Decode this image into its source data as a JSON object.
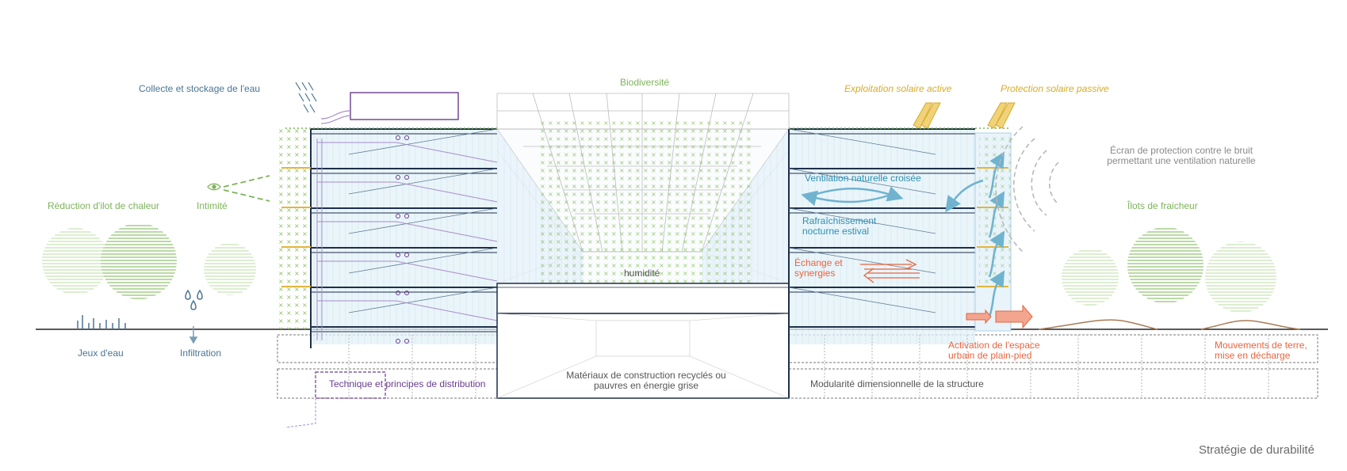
{
  "title": "Stratégie de durabilité",
  "labels": {
    "collecte": "Collecte et stockage de l'eau",
    "biodiversite": "Biodiversité",
    "solaire_active": "Exploitation solaire active",
    "solaire_passive": "Protection solaire passive",
    "bruit": "Écran de protection contre le bruit\npermettant une ventilation naturelle",
    "reduction_ilot": "Réduction d'ilot de chaleur",
    "intimite": "Intimité",
    "ilots_fraicheur": "Îlots de fraicheur",
    "ventilation": "Ventilation naturelle croisée",
    "rafraichissement": "Rafraîchissement\nnocturne estival",
    "echange": "Échange et\nsynergies",
    "humidite": "humidité",
    "jeux_eau": "Jeux d'eau",
    "infiltration": "Infiltration",
    "activation": "Activation de l'espace\nurbain de plain-pied",
    "mouvements": "Mouvements de terre,\nmise en décharge",
    "technique": "Technique et principes de distribution",
    "materiaux": "Matériaux de construction recyclés ou\npauvres en énergie grise",
    "modularite": "Modularité dimensionnelle de la structure"
  },
  "colors": {
    "water_blue": "#4a7593",
    "vegetation_green": "#7db35a",
    "solar_gold": "#d5ad28",
    "ventilation_teal": "#2e8fb0",
    "exchange_orange": "#e8643f",
    "technical_purple": "#6a3d8f",
    "structure_navy": "#1e2f4a",
    "glazing_blue": "#d9ecf5"
  }
}
